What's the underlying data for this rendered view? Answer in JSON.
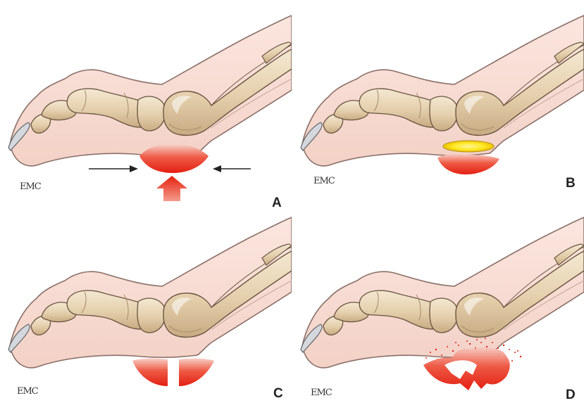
{
  "figure": {
    "panels": [
      {
        "letter": "A",
        "signature": "EMC",
        "stage": "compression"
      },
      {
        "letter": "B",
        "signature": "EMC",
        "stage": "deep-ischemia"
      },
      {
        "letter": "C",
        "signature": "EMC",
        "stage": "fissure"
      },
      {
        "letter": "D",
        "signature": "EMC",
        "stage": "necrosis"
      }
    ]
  },
  "colors": {
    "skin_fill": "#f6dbd2",
    "skin_outline": "#8a6f68",
    "bone_fill": "#e7d6b8",
    "bone_shadow": "#b99d78",
    "bone_outline": "#6a5440",
    "nail_fill": "#cfd3d8",
    "lesion_red": "#e41f12",
    "lesion_light": "#f6c6bd",
    "ischemia_yellow": "#ffe926",
    "arrow_dark": "#222222"
  }
}
